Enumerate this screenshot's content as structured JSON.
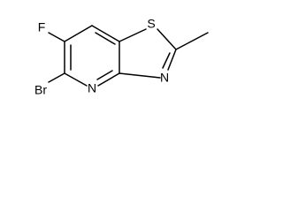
{
  "colors": {
    "ink": "#000000",
    "background": "#ffffff"
  },
  "atoms": {
    "fluorine": "F",
    "sulfur": "S",
    "nitrogen_thiazole": "N",
    "nitrogen_pyridine": "N",
    "bromine": "Br"
  }
}
